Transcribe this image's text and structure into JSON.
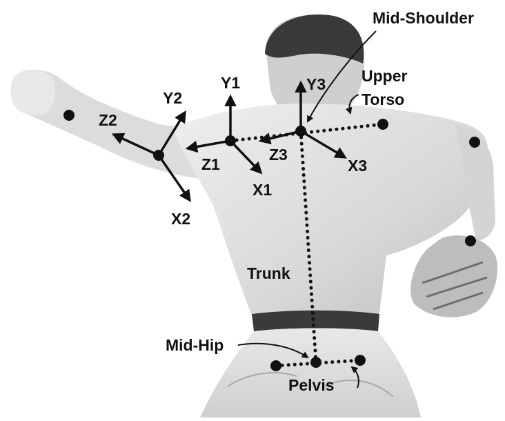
{
  "title": "",
  "labels": {
    "mid_shoulder": "Mid-Shoulder",
    "upper": "Upper",
    "torso": "Torso",
    "y1": "Y1",
    "y2": "Y2",
    "y3": "Y3",
    "z1": "Z1",
    "z2": "Z2",
    "z3": "Z3",
    "x1": "X1",
    "x2": "X2",
    "x3": "X3",
    "trunk": "Trunk",
    "mid_hip": "Mid-Hip",
    "pelvis": "Pelvis"
  },
  "colors": {
    "ink": "#111111",
    "photo_light": "#e4e4e4",
    "photo_mid": "#c9c9c9",
    "photo_dark": "#3a3a3a"
  }
}
